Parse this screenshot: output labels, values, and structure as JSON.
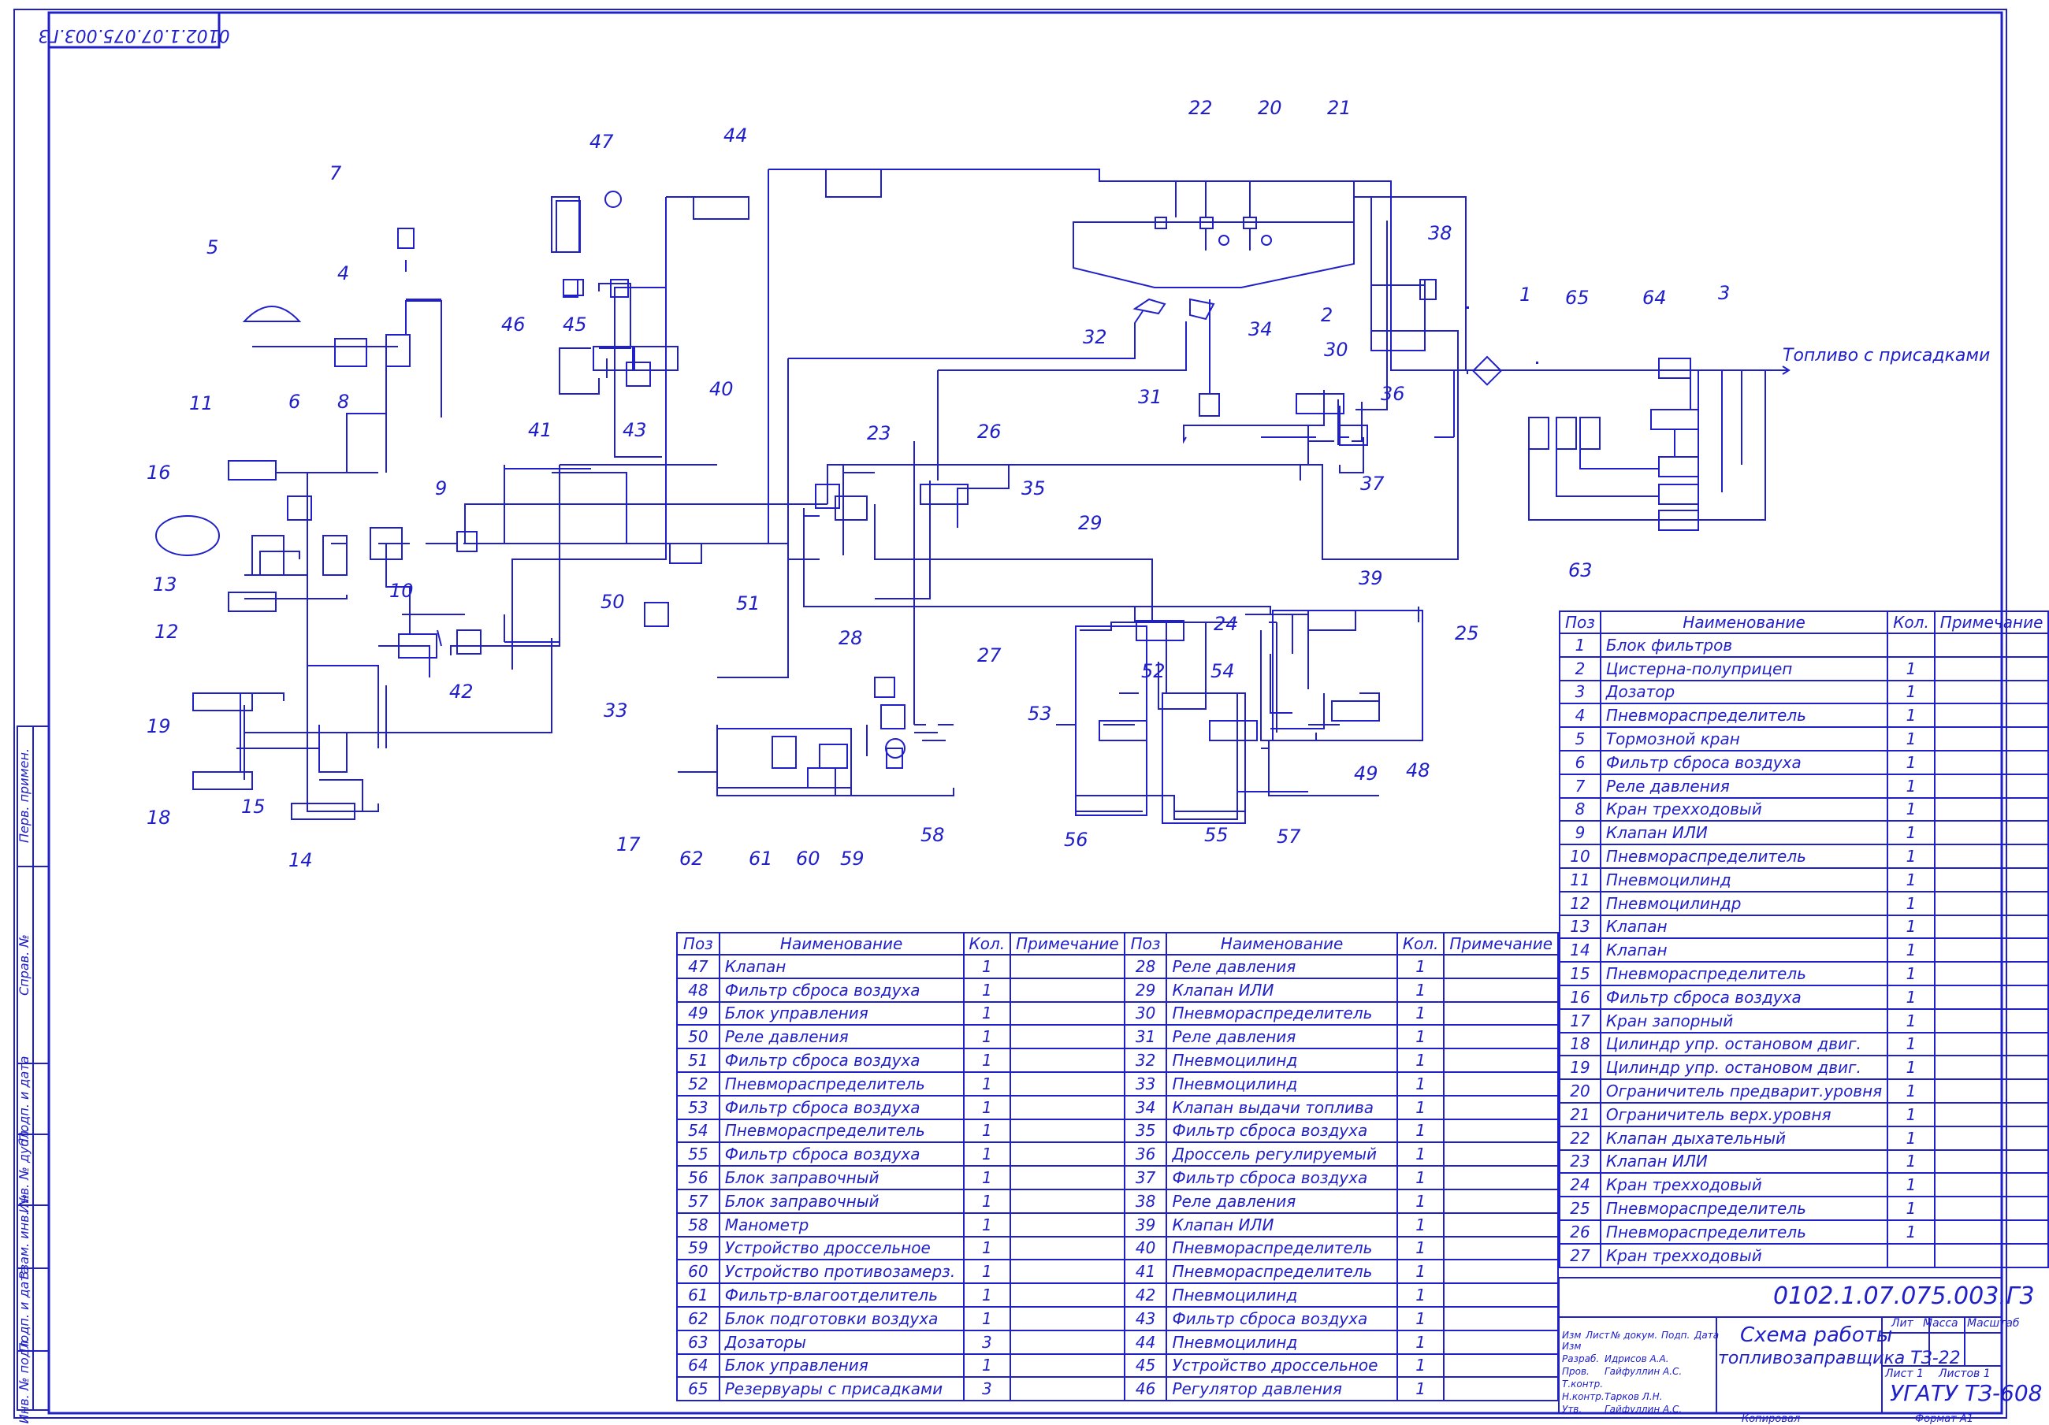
{
  "drawing": {
    "code": "0102.1.07.075.003.Г3",
    "code_rotated": "0102.1.07.075.003.Г3",
    "title_line1": "Схема работы",
    "title_line2": "топливозаправщика ТЗ-22",
    "org": "УГАТУ ТЗ-608",
    "sheet_word": "Лист",
    "sheet_num": "1",
    "sheets_word": "Листов",
    "sheets_num": "1",
    "lit_label": "Лит",
    "mass_label": "Масса",
    "scale_label": "Масштаб",
    "copied": "Копировал",
    "format": "Формат А1",
    "output_label": "Топливо с присадками"
  },
  "stamp_roles": [
    {
      "role": "Изм",
      "name": ""
    },
    {
      "role": "Разраб.",
      "name": "Идрисов А.А."
    },
    {
      "role": "Пров.",
      "name": "Гайфуллин А.С."
    },
    {
      "role": "Т.контр.",
      "name": ""
    },
    {
      "role": "Н.контр.",
      "name": "Тарков Л.Н."
    },
    {
      "role": "Утв.",
      "name": "Гайфуллин А.С."
    }
  ],
  "stamp_header": [
    "Изм",
    "Лист",
    "№ докум.",
    "Подп.",
    "Дата"
  ],
  "side_strip": [
    "Перв. примен.",
    "Справ. №",
    "Подп. и дата",
    "Инв. № дубл.",
    "Взам. инв. №",
    "Подп. и дата",
    "Инв. № подл."
  ],
  "table_headers": {
    "pos": "Поз",
    "name": "Наименование",
    "qty": "Кол.",
    "note": "Примечание"
  },
  "table_right": [
    {
      "pos": "1",
      "name": "Блок фильтров",
      "qty": ""
    },
    {
      "pos": "2",
      "name": "Цистерна-полуприцеп",
      "qty": "1"
    },
    {
      "pos": "3",
      "name": "Дозатор",
      "qty": "1"
    },
    {
      "pos": "4",
      "name": "Пневмораспределитель",
      "qty": "1"
    },
    {
      "pos": "5",
      "name": "Тормозной кран",
      "qty": "1"
    },
    {
      "pos": "6",
      "name": "Фильтр сброса воздуха",
      "qty": "1"
    },
    {
      "pos": "7",
      "name": "Реле давления",
      "qty": "1"
    },
    {
      "pos": "8",
      "name": "Кран трехходовый",
      "qty": "1"
    },
    {
      "pos": "9",
      "name": "Клапан ИЛИ",
      "qty": "1"
    },
    {
      "pos": "10",
      "name": "Пневмораспределитель",
      "qty": "1"
    },
    {
      "pos": "11",
      "name": "Пневмоцилинд",
      "qty": "1"
    },
    {
      "pos": "12",
      "name": "Пневмоцилиндр",
      "qty": "1"
    },
    {
      "pos": "13",
      "name": "Клапан",
      "qty": "1"
    },
    {
      "pos": "14",
      "name": "Клапан",
      "qty": "1"
    },
    {
      "pos": "15",
      "name": "Пневмораспределитель",
      "qty": "1"
    },
    {
      "pos": "16",
      "name": "Фильтр сброса воздуха",
      "qty": "1"
    },
    {
      "pos": "17",
      "name": "Кран запорный",
      "qty": "1"
    },
    {
      "pos": "18",
      "name": "Цилиндр упр. остановом двиг.",
      "qty": "1"
    },
    {
      "pos": "19",
      "name": "Цилиндр упр. остановом двиг.",
      "qty": "1"
    },
    {
      "pos": "20",
      "name": "Ограничитель предварит.уровня",
      "qty": "1"
    },
    {
      "pos": "21",
      "name": "Ограничитель верх.уровня",
      "qty": "1"
    },
    {
      "pos": "22",
      "name": "Клапан дыхательный",
      "qty": "1"
    },
    {
      "pos": "23",
      "name": "Клапан ИЛИ",
      "qty": "1"
    },
    {
      "pos": "24",
      "name": "Кран трехходовый",
      "qty": "1"
    },
    {
      "pos": "25",
      "name": "Пневмораспределитель",
      "qty": "1"
    },
    {
      "pos": "26",
      "name": "Пневмораспределитель",
      "qty": "1"
    },
    {
      "pos": "27",
      "name": "Кран трехходовый",
      "qty": ""
    }
  ],
  "table_bottom_left": [
    {
      "pos": "47",
      "name": "Клапан",
      "qty": "1"
    },
    {
      "pos": "48",
      "name": "Фильтр сброса воздуха",
      "qty": "1"
    },
    {
      "pos": "49",
      "name": "Блок управления",
      "qty": "1"
    },
    {
      "pos": "50",
      "name": "Реле давления",
      "qty": "1"
    },
    {
      "pos": "51",
      "name": "Фильтр сброса воздуха",
      "qty": "1"
    },
    {
      "pos": "52",
      "name": "Пневмораспределитель",
      "qty": "1"
    },
    {
      "pos": "53",
      "name": "Фильтр сброса воздуха",
      "qty": "1"
    },
    {
      "pos": "54",
      "name": "Пневмораспределитель",
      "qty": "1"
    },
    {
      "pos": "55",
      "name": "Фильтр сброса воздуха",
      "qty": "1"
    },
    {
      "pos": "56",
      "name": "Блок заправочный",
      "qty": "1"
    },
    {
      "pos": "57",
      "name": "Блок заправочный",
      "qty": "1"
    },
    {
      "pos": "58",
      "name": "Манометр",
      "qty": "1"
    },
    {
      "pos": "59",
      "name": "Устройство дроссельное",
      "qty": "1"
    },
    {
      "pos": "60",
      "name": "Устройство противозамерз.",
      "qty": "1"
    },
    {
      "pos": "61",
      "name": "Фильтр-влагоотделитель",
      "qty": "1"
    },
    {
      "pos": "62",
      "name": "Блок подготовки воздуха",
      "qty": "1"
    },
    {
      "pos": "63",
      "name": "Дозаторы",
      "qty": "3"
    },
    {
      "pos": "64",
      "name": "Блок управления",
      "qty": "1"
    },
    {
      "pos": "65",
      "name": "Резервуары с присадками",
      "qty": "3"
    }
  ],
  "table_bottom_right": [
    {
      "pos": "28",
      "name": "Реле давления",
      "qty": "1"
    },
    {
      "pos": "29",
      "name": "Клапан ИЛИ",
      "qty": "1"
    },
    {
      "pos": "30",
      "name": "Пневмораспределитель",
      "qty": "1"
    },
    {
      "pos": "31",
      "name": "Реле давления",
      "qty": "1"
    },
    {
      "pos": "32",
      "name": "Пневмоцилинд",
      "qty": "1"
    },
    {
      "pos": "33",
      "name": "Пневмоцилинд",
      "qty": "1"
    },
    {
      "pos": "34",
      "name": "Клапан выдачи топлива",
      "qty": "1"
    },
    {
      "pos": "35",
      "name": "Фильтр сброса воздуха",
      "qty": "1"
    },
    {
      "pos": "36",
      "name": "Дроссель регулируемый",
      "qty": "1"
    },
    {
      "pos": "37",
      "name": "Фильтр сброса воздуха",
      "qty": "1"
    },
    {
      "pos": "38",
      "name": "Реле давления",
      "qty": "1"
    },
    {
      "pos": "39",
      "name": "Клапан ИЛИ",
      "qty": "1"
    },
    {
      "pos": "40",
      "name": "Пневмораспределитель",
      "qty": "1"
    },
    {
      "pos": "41",
      "name": "Пневмораспределитель",
      "qty": "1"
    },
    {
      "pos": "42",
      "name": "Пневмоцилинд",
      "qty": "1"
    },
    {
      "pos": "43",
      "name": "Фильтр сброса воздуха",
      "qty": "1"
    },
    {
      "pos": "44",
      "name": "Пневмоцилинд",
      "qty": "1"
    },
    {
      "pos": "45",
      "name": "Устройство дроссельное",
      "qty": "1"
    },
    {
      "pos": "46",
      "name": "Регулятор давления",
      "qty": "1"
    }
  ],
  "callouts": [
    "1",
    "2",
    "3",
    "4",
    "5",
    "6",
    "7",
    "8",
    "9",
    "10",
    "11",
    "12",
    "13",
    "14",
    "15",
    "16",
    "17",
    "18",
    "19",
    "20",
    "21",
    "22",
    "23",
    "24",
    "25",
    "26",
    "27",
    "28",
    "29",
    "30",
    "31",
    "32",
    "33",
    "34",
    "35",
    "36",
    "37",
    "38",
    "39",
    "40",
    "41",
    "42",
    "43",
    "44",
    "45",
    "46",
    "47",
    "48",
    "49",
    "50",
    "51",
    "52",
    "53",
    "54",
    "55",
    "56",
    "57",
    "58",
    "59",
    "60",
    "61",
    "62",
    "63",
    "64",
    "65"
  ]
}
